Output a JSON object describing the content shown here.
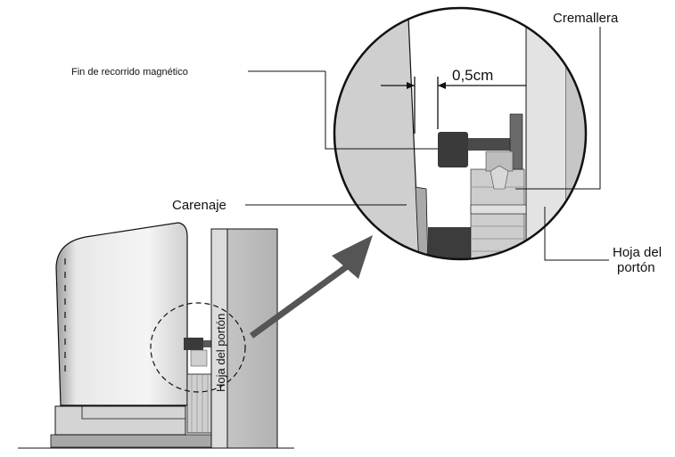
{
  "labels": {
    "limit_switch": "Fin de recorrido magnético",
    "rack": "Cremallera",
    "gap": "0,5cm",
    "cover": "Carenaje",
    "gate_leaf_line1": "Hoja del",
    "gate_leaf_line2": "portón",
    "gate_leaf_vertical": "Hoja del portón"
  },
  "colors": {
    "line": "#111111",
    "motor_light": "#e6e6e6",
    "motor_mid": "#c8c8c8",
    "gate": "#bdbdbd",
    "dark_part": "#3a3a3a",
    "arrow": "#555555"
  }
}
